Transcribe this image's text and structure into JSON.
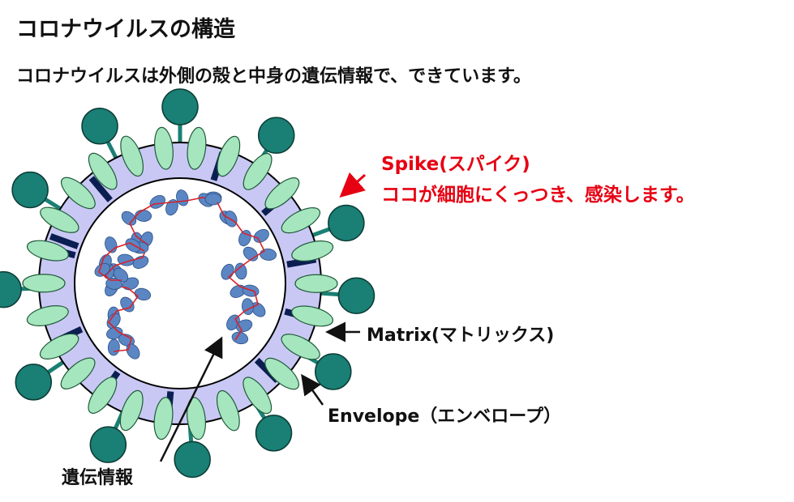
{
  "title": "コロナウイルスの構造",
  "subtitle": "コロナウイルスは外側の殻と中身の遺伝情報で、できています。",
  "labels": {
    "spike_line1": "Spike(スパイク)",
    "spike_line2": "ココが細胞にくっつき、感染します。",
    "matrix": "Matrix(マトリックス)",
    "envelope": "Envelope（エンベロープ）",
    "genome": "遺伝情報"
  },
  "colors": {
    "spike_head": "#1a7f74",
    "envelope_fill": "#c9c8f4",
    "matrix_fill": "#a6e6bf",
    "protein_bar": "#0b1e52",
    "genome_blob": "#5b86c4",
    "rna_strand": "#d8222a",
    "spike_text": "#e60012"
  }
}
